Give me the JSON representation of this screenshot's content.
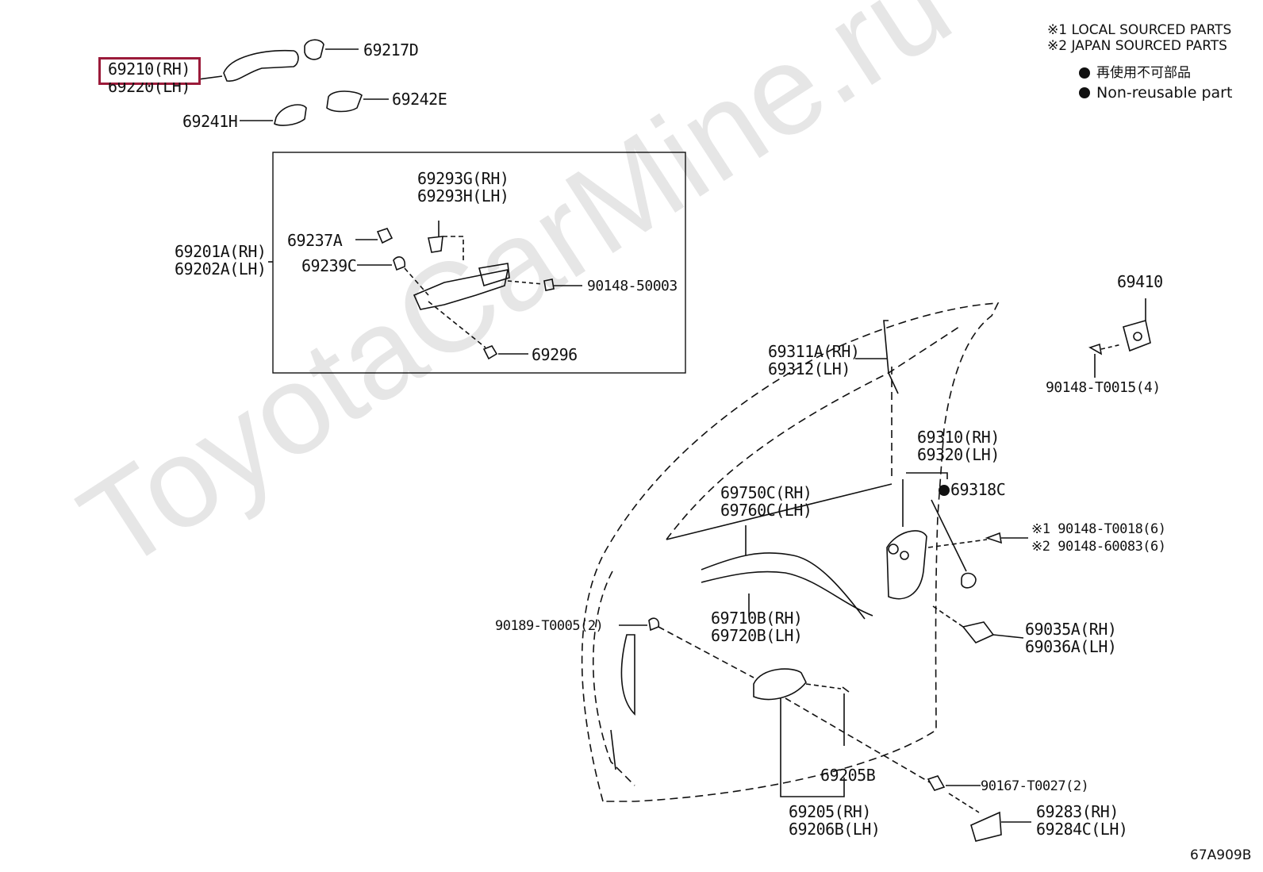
{
  "watermark": "ToyotaCarMine.ru",
  "notes": {
    "local": "※1 LOCAL SOURCED PARTS",
    "japan": "※2 JAPAN SOURCED PARTS",
    "nonreusable_jp": "再使用不可部品",
    "nonreusable_en": "Non-reusable part"
  },
  "diagram_code": "67A909B",
  "highlighted_part": "69210(RH)",
  "labels": {
    "p69210": "69210(RH)",
    "p69220": "69220(LH)",
    "p69217D": "69217D",
    "p69242E": "69242E",
    "p69241H": "69241H",
    "p69293G": "69293G(RH)",
    "p69293H": "69293H(LH)",
    "p69237A": "69237A",
    "p69201A": "69201A(RH)",
    "p69202A": "69202A(LH)",
    "p69239C": "69239C",
    "p90148_50003": "90148-50003",
    "p69296": "69296",
    "p69410": "69410",
    "p90148_T0015": "90148-T0015(4)",
    "p69311A": "69311A(RH)",
    "p69312": "69312(LH)",
    "p69310": "69310(RH)",
    "p69320": "69320(LH)",
    "p69318C": "69318C",
    "p90148_T0018": "※1 90148-T0018(6)",
    "p90148_60083": "※2 90148-60083(6)",
    "p69750C": "69750C(RH)",
    "p69760C": "69760C(LH)",
    "p69710B": "69710B(RH)",
    "p69720B": "69720B(LH)",
    "p90189": "90189-T0005(2)",
    "p69035A": "69035A(RH)",
    "p69036A": "69036A(LH)",
    "p69205B": "69205B",
    "p90167": "90167-T0027(2)",
    "p69205": "69205(RH)",
    "p69206B": "69206B(LH)",
    "p69283": "69283(RH)",
    "p69284C": "69284C(LH)"
  }
}
